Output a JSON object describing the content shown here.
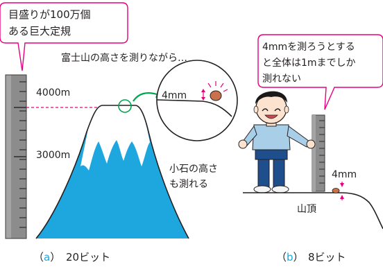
{
  "callout_a": {
    "line1": "目盛りが100万個",
    "line2": "ある巨大定規"
  },
  "heading": "富士山の高さを測りながら…",
  "ruler_labels": {
    "top": "4000m",
    "mid": "3000m"
  },
  "zoom": {
    "measure": "4mm",
    "caption_line1": "小石の高さ",
    "caption_line2": "も測れる"
  },
  "callout_b": {
    "line1": "4mmを測ろうとする",
    "line2": "と全体は1mまでしか",
    "line3": "測れない"
  },
  "panel_b": {
    "measure": "4mm",
    "summit": "山頂"
  },
  "captions": {
    "a_letter": "a",
    "a_text": "20ビット",
    "b_letter": "b",
    "b_text": "8ビット"
  },
  "colors": {
    "magenta": "#e5007f",
    "mountain_blue": "#1ea7df",
    "ruler_gray": "#8c8c8c",
    "green": "#00a54f",
    "shirt": "#a9cfe8",
    "pants": "#1f4e8c",
    "rock": "#c9714a"
  }
}
